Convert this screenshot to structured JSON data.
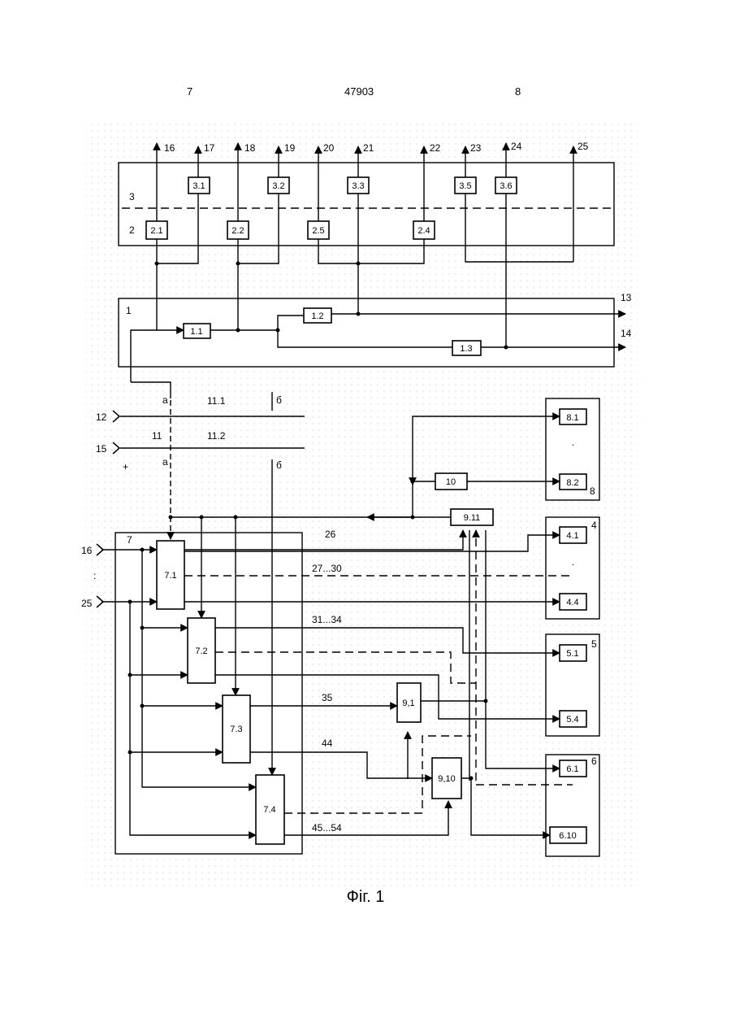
{
  "header": {
    "page_left": "7",
    "patent_number": "47903",
    "page_right": "8"
  },
  "caption": "Фіг. 1",
  "blocks": {
    "b3_1": "3.1",
    "b3_2": "3.2",
    "b3_3": "3.3",
    "b3_5": "3.5",
    "b3_6": "3.6",
    "b2_1": "2.1",
    "b2_2": "2.2",
    "b2_5": "2.5",
    "b2_4": "2.4",
    "b1_1": "1.1",
    "b1_2": "1.2",
    "b1_3": "1.3",
    "b8_1": "8.1",
    "b8_2": "8.2",
    "b10": "10",
    "b9_11": "9.11",
    "b4_1": "4.1",
    "b4_4": "4.4",
    "b5_1": "5.1",
    "b5_4": "5.4",
    "b6_1": "6.1",
    "b6_10": "6.10",
    "b7_1": "7.1",
    "b7_2": "7.2",
    "b7_3": "7.3",
    "b7_4": "7.4",
    "b9_1": "9,1",
    "b9_10": "9,10"
  },
  "labels": {
    "l16": "16",
    "l17": "17",
    "l18": "18",
    "l19": "19",
    "l20": "20",
    "l21": "21",
    "l22": "22",
    "l23": "23",
    "l24": "24",
    "l25": "25",
    "g3": "3",
    "g2": "2",
    "g1": "1",
    "o13": "13",
    "o14": "14",
    "a_top": "a",
    "b_top": "б",
    "l11_1": "11.1",
    "in12": "12",
    "l11": "11",
    "l11_2": "11.2",
    "in15": "15",
    "plus": "+",
    "a_bot": "a",
    "b_bot": "б",
    "g8": "8",
    "g4": "4",
    "g5": "5",
    "g6": "6",
    "g7": "7",
    "in16": "16",
    "dots": ":",
    "in25": "25",
    "w26": "26",
    "w27_30": "27...30",
    "w31_34": "31...34",
    "w35": "35",
    "w44": "44",
    "w45_54": "45...54",
    "vd1": ".",
    "vd2": "."
  }
}
